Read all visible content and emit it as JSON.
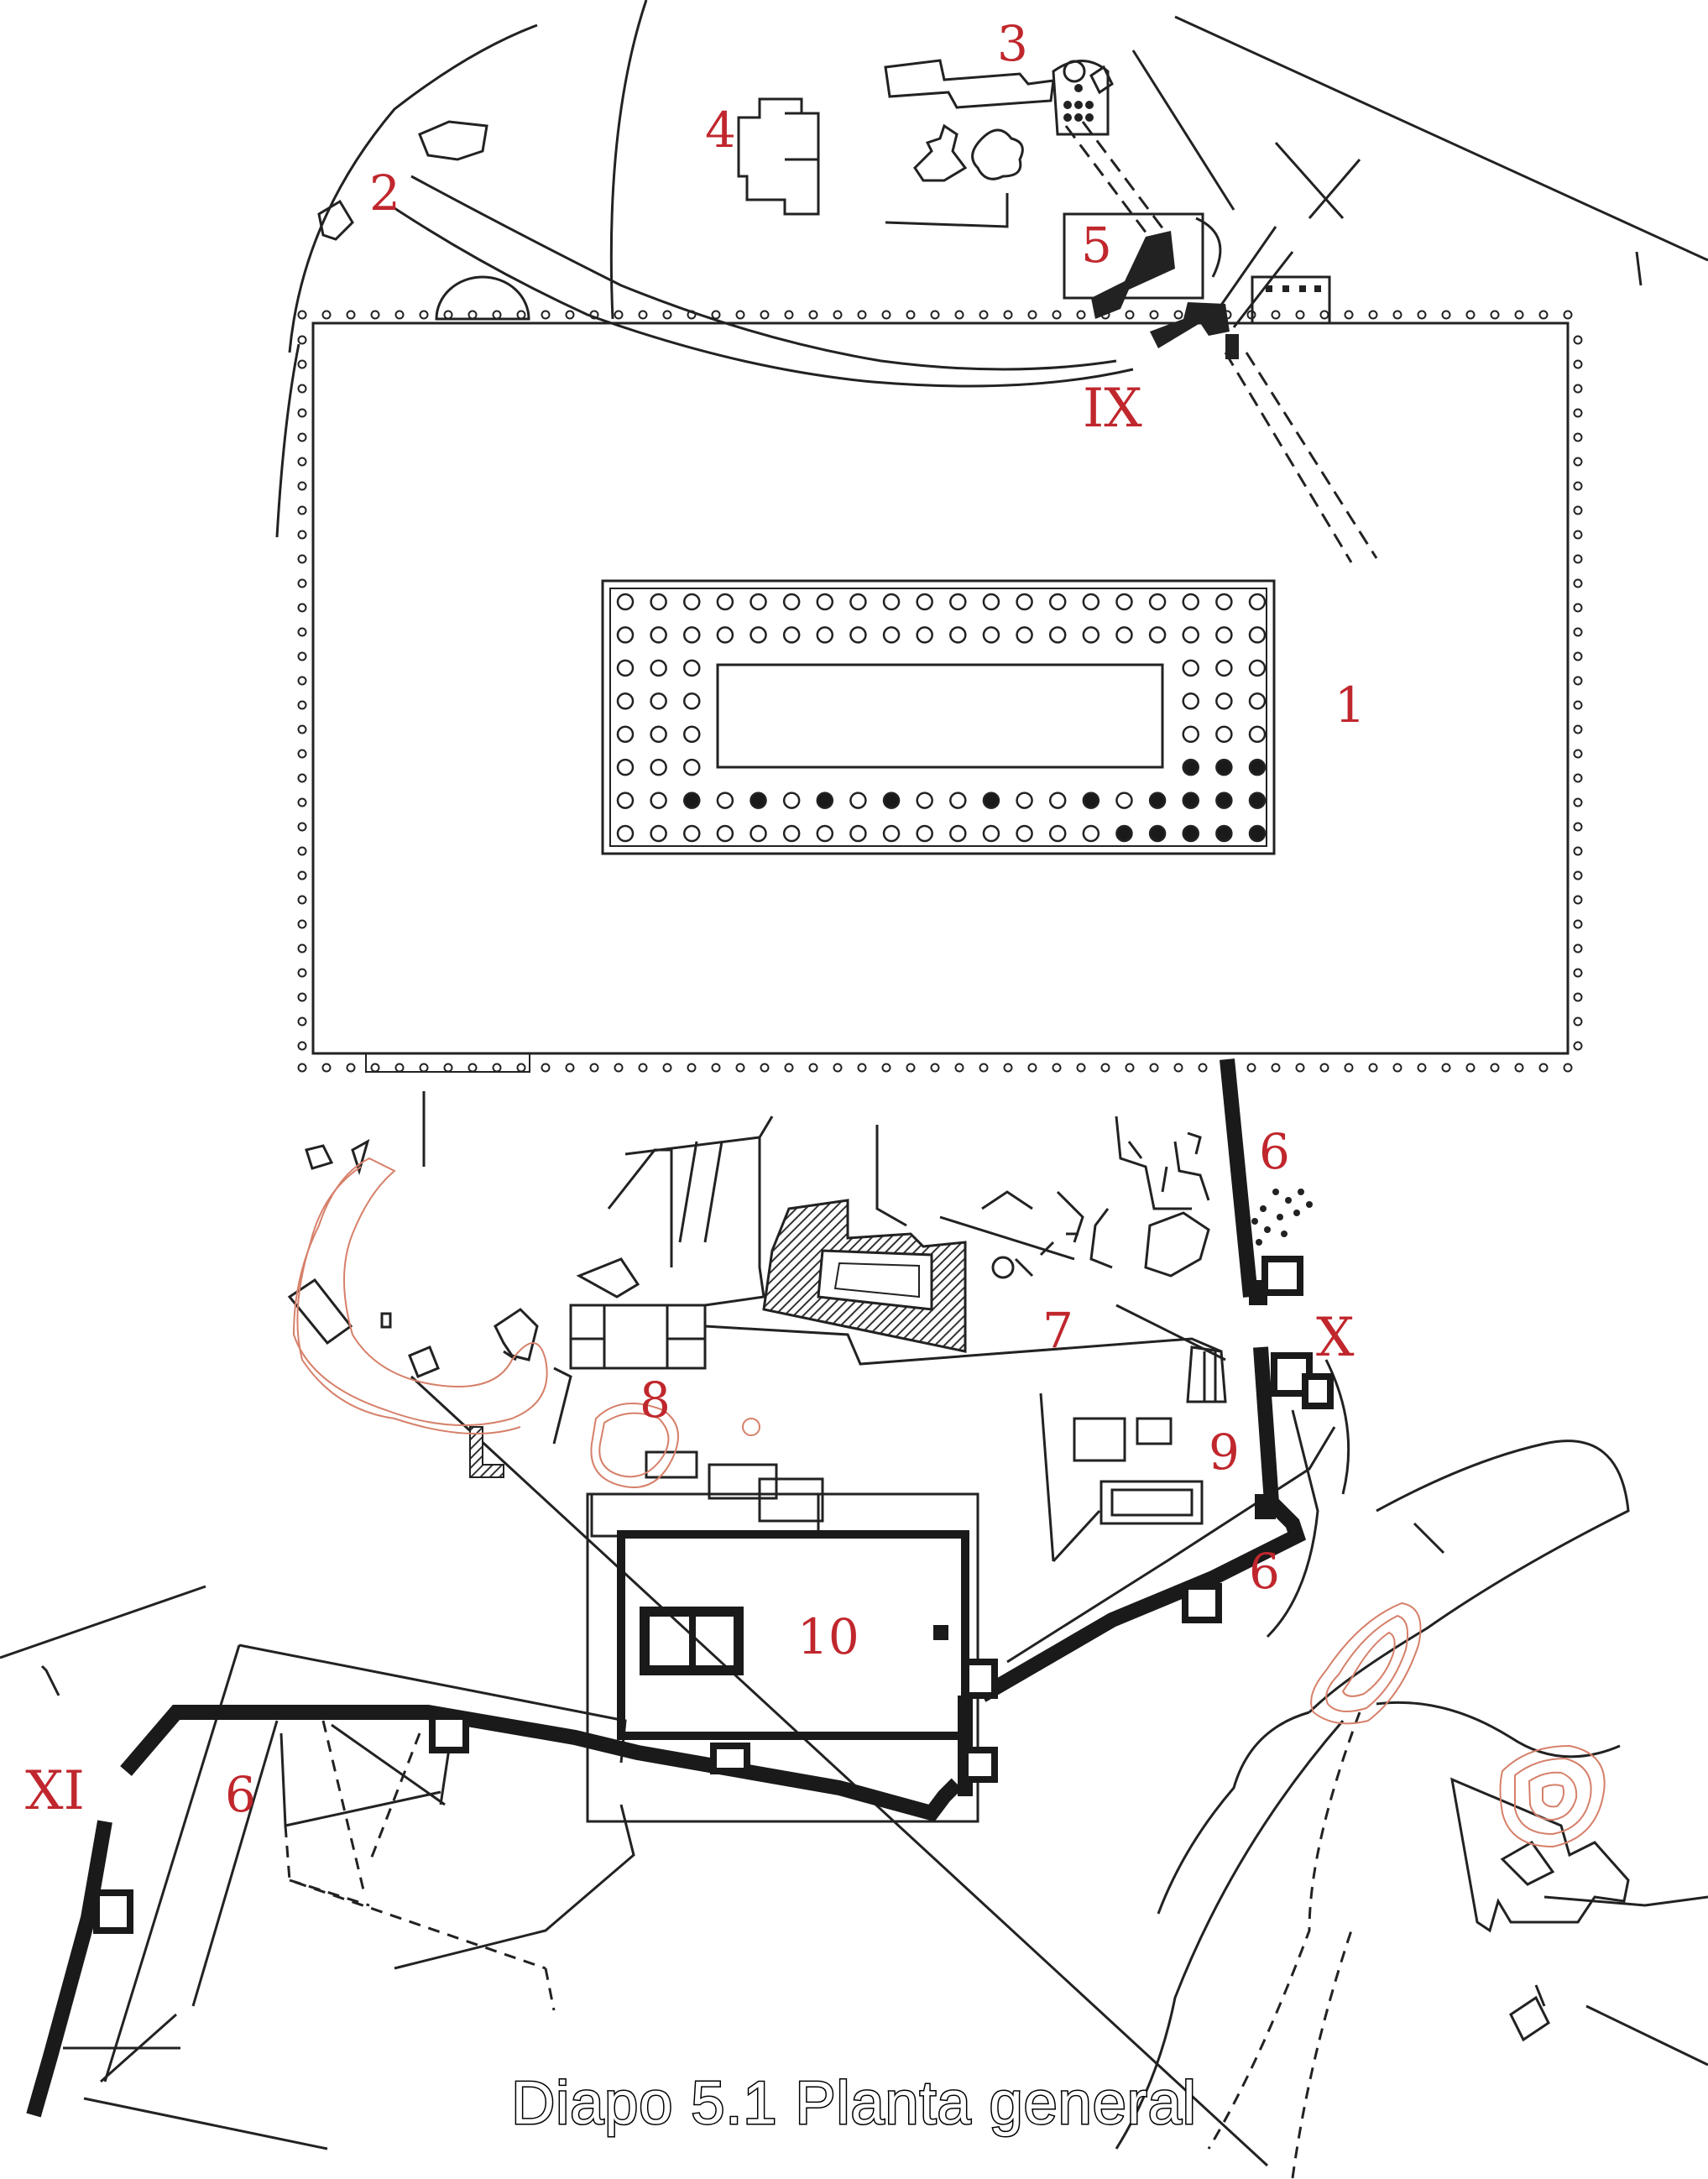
{
  "caption": "Diapo 5.1 Planta general",
  "labels": {
    "n1": "1",
    "n2": "2",
    "n3": "3",
    "n4": "4",
    "n5": "5",
    "n6a": "6",
    "n6b": "6",
    "n6c": "6",
    "n7": "7",
    "n8": "8",
    "n9": "9",
    "n10": "10",
    "ix": "IX",
    "x": "X",
    "xi": "XI"
  },
  "colors": {
    "ink": "#222222",
    "label": "#c0272d",
    "contour": "#d6806a",
    "hatch": "#555555"
  }
}
